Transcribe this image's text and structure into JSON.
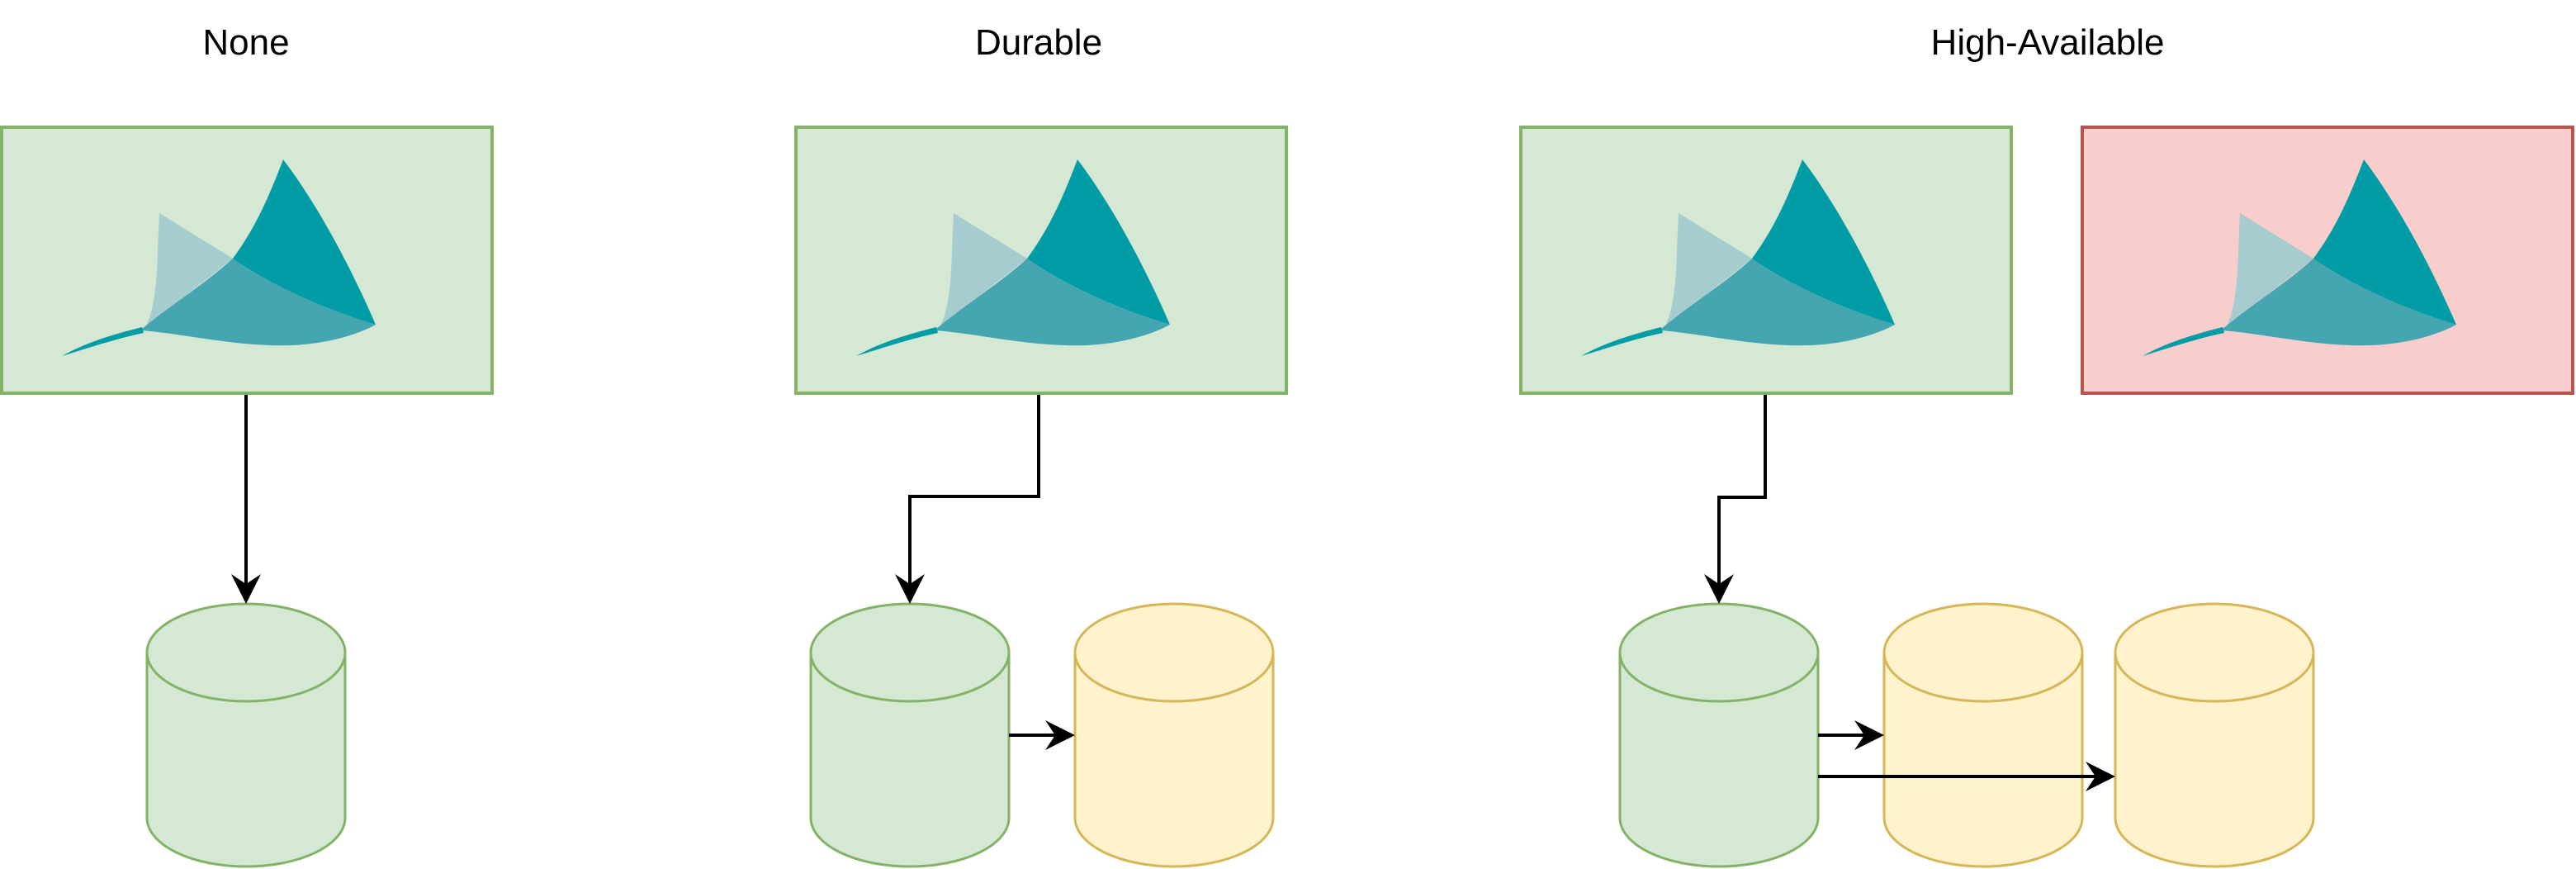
{
  "diagram": {
    "columns": [
      {
        "id": "none",
        "title": "None"
      },
      {
        "id": "durable",
        "title": "Durable"
      },
      {
        "id": "high-available",
        "title": "High-Available"
      }
    ],
    "nodes": [
      {
        "id": "app-none",
        "type": "app-logo",
        "status": "active",
        "column": "none"
      },
      {
        "id": "app-durable",
        "type": "app-logo",
        "status": "active",
        "column": "durable"
      },
      {
        "id": "app-ha-primary",
        "type": "app-logo",
        "status": "active",
        "column": "high-available"
      },
      {
        "id": "app-ha-standby",
        "type": "app-logo",
        "status": "failed",
        "column": "high-available"
      },
      {
        "id": "db-none",
        "type": "database",
        "role": "primary",
        "column": "none"
      },
      {
        "id": "db-durable-primary",
        "type": "database",
        "role": "primary",
        "column": "durable"
      },
      {
        "id": "db-durable-replica",
        "type": "database",
        "role": "replica",
        "column": "durable"
      },
      {
        "id": "db-ha-primary",
        "type": "database",
        "role": "primary",
        "column": "high-available"
      },
      {
        "id": "db-ha-replica-1",
        "type": "database",
        "role": "replica",
        "column": "high-available"
      },
      {
        "id": "db-ha-replica-2",
        "type": "database",
        "role": "replica",
        "column": "high-available"
      }
    ],
    "edges": [
      {
        "from": "app-none",
        "to": "db-none"
      },
      {
        "from": "app-durable",
        "to": "db-durable-primary"
      },
      {
        "from": "db-durable-primary",
        "to": "db-durable-replica"
      },
      {
        "from": "app-ha-primary",
        "to": "db-ha-primary"
      },
      {
        "from": "db-ha-primary",
        "to": "db-ha-replica-1"
      },
      {
        "from": "db-ha-primary",
        "to": "db-ha-replica-2"
      }
    ]
  },
  "colors": {
    "green_fill": "#d5e8d4",
    "green_stroke": "#82b366",
    "red_fill": "#f8cecc",
    "red_stroke": "#b85450",
    "yellow_fill": "#fff2cc",
    "yellow_stroke": "#d6b656",
    "logo_dark": "#029ca6",
    "logo_mid": "#45a5b0",
    "logo_light": "#a6ccd0",
    "edge": "#000000"
  }
}
